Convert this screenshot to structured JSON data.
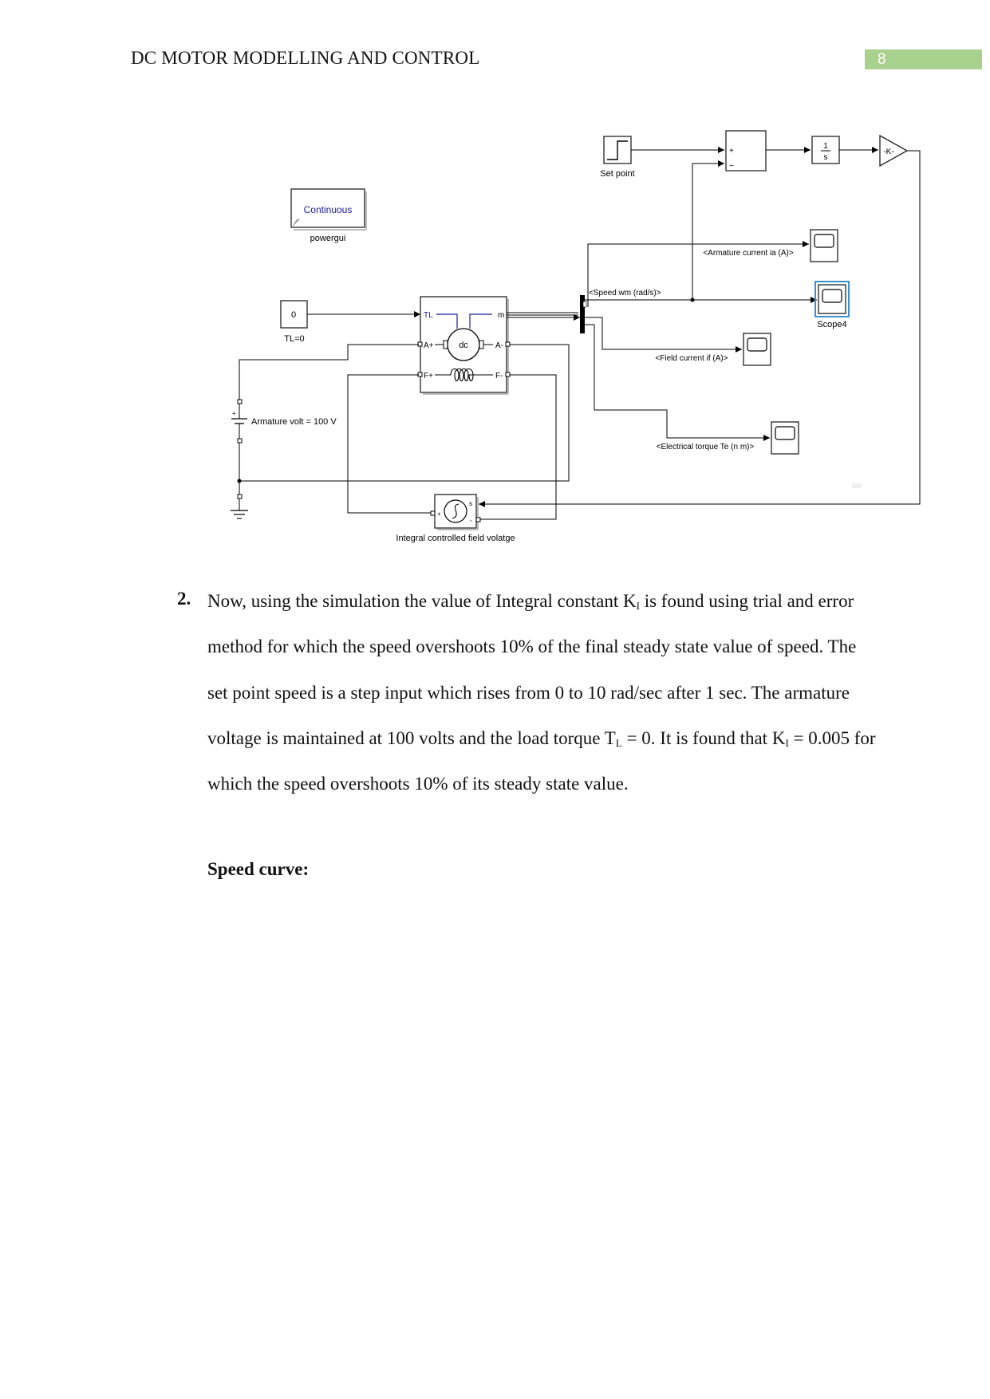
{
  "header": {
    "title": "DC MOTOR MODELLING AND CONTROL",
    "page_number": "8"
  },
  "diagram": {
    "powergui": {
      "block_text": "Continuous",
      "label": "powergui"
    },
    "tl_const": {
      "value": "0",
      "label": "TL=0"
    },
    "set_point": {
      "label": "Set point"
    },
    "sum_block": {
      "plus": "+",
      "minus": "−"
    },
    "integrator": {
      "num": "1",
      "den": "s"
    },
    "gain": {
      "text": "-K-"
    },
    "dc_motor": {
      "port_tl": "TL",
      "port_m": "m",
      "port_aplus": "A+",
      "port_aminus": "A-",
      "port_fplus": "F+",
      "port_fminus": "F-",
      "center": "dc"
    },
    "battery": {
      "label": "Armature volt = 100 V",
      "plus": "+"
    },
    "cvs": {
      "label": "Integral controlled field volatge",
      "plus": "+",
      "minus": "-",
      "s": "s"
    },
    "signals": {
      "armature_current": "<Armature current ia (A)>",
      "speed": "<Speed wm (rad/s)>",
      "field_current": "<Field current if (A)>",
      "electrical_torque": "<Electrical torque Te (n m)>"
    },
    "scope4": {
      "label": "Scope4"
    }
  },
  "body": {
    "item_number": "2.",
    "para_part1": "Now, using the simulation the value of Integral constant K",
    "sub_i": "I",
    "para_part2": " is found using trial and error method for which the speed overshoots 10% of the final steady state value of speed. The set point speed is a step input which rises from 0 to 10 rad/sec after 1 sec. The armature voltage is maintained at 100 volts and the load torque T",
    "sub_l": "L",
    "para_part3": " = 0. It is found that K",
    "sub_i2": "I",
    "para_part4": " = 0.005 for which the speed overshoots 10% of its steady state value.",
    "subheading": "Speed curve:"
  },
  "colors": {
    "page_badge": "#a9d18e",
    "highlight": "#3d8fd1",
    "label_blue": "#1a1aa6"
  }
}
